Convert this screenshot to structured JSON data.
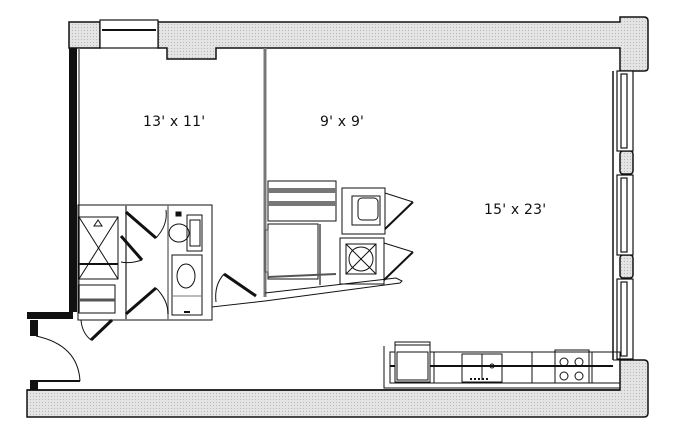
{
  "floor_plan": {
    "rooms": [
      {
        "id": "bedroom",
        "dimensions": "13' x 11'"
      },
      {
        "id": "den",
        "dimensions": "9' x 9'"
      },
      {
        "id": "living-kitchen",
        "dimensions": "15' x 23'"
      }
    ],
    "fixtures": [
      "shower",
      "toilet",
      "vanity-sink",
      "bathtub",
      "closet-shelving",
      "washer",
      "dryer",
      "refrigerator",
      "kitchen-sink",
      "dishwasher",
      "range"
    ],
    "colors": {
      "wall_fill": "#d9d9d9",
      "line": "#111111",
      "background": "#ffffff"
    }
  }
}
